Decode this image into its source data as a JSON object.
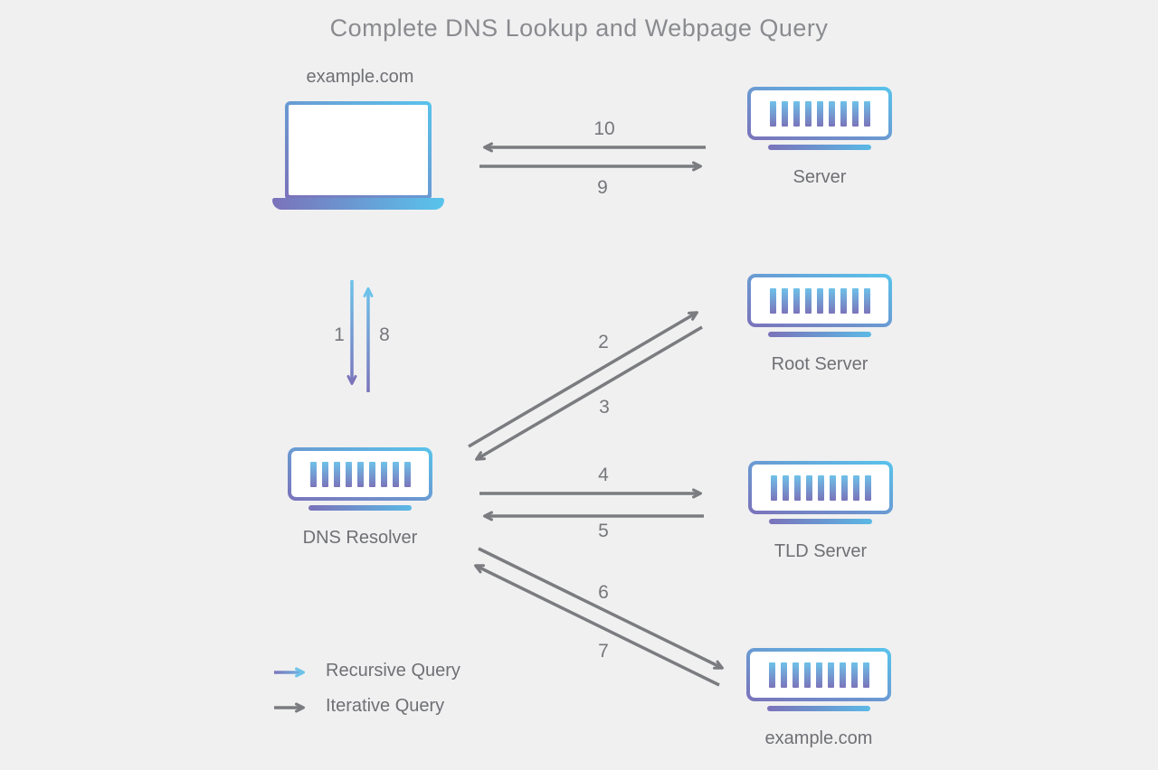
{
  "title": "Complete DNS Lookup and Webpage Query",
  "nodes": {
    "client": {
      "label": "example.com",
      "type": "laptop"
    },
    "server": {
      "label": "Server",
      "type": "server"
    },
    "root": {
      "label": "Root Server",
      "type": "server"
    },
    "tld": {
      "label": "TLD Server",
      "type": "server"
    },
    "auth": {
      "label": "example.com",
      "type": "server"
    },
    "resolver": {
      "label": "DNS Resolver",
      "type": "server"
    }
  },
  "arrows": [
    {
      "num": "1",
      "type": "recursive",
      "from": "client",
      "to": "resolver"
    },
    {
      "num": "2",
      "type": "iterative",
      "from": "resolver",
      "to": "root"
    },
    {
      "num": "3",
      "type": "iterative",
      "from": "root",
      "to": "resolver"
    },
    {
      "num": "4",
      "type": "iterative",
      "from": "resolver",
      "to": "tld"
    },
    {
      "num": "5",
      "type": "iterative",
      "from": "tld",
      "to": "resolver"
    },
    {
      "num": "6",
      "type": "iterative",
      "from": "resolver",
      "to": "auth"
    },
    {
      "num": "7",
      "type": "iterative",
      "from": "auth",
      "to": "resolver"
    },
    {
      "num": "8",
      "type": "recursive",
      "from": "resolver",
      "to": "client"
    },
    {
      "num": "9",
      "type": "iterative",
      "from": "client",
      "to": "server"
    },
    {
      "num": "10",
      "type": "iterative",
      "from": "server",
      "to": "client"
    }
  ],
  "legend": [
    {
      "label": "Recursive Query",
      "type": "recursive"
    },
    {
      "label": "Iterative Query",
      "type": "iterative"
    }
  ],
  "icon": {
    "bar_count": 9
  },
  "colors": {
    "background": "#f0f0f1",
    "iterative": "#7b7c80",
    "recursive_start": "#6cc3ea",
    "recursive_end": "#7b74bb",
    "icon_blue": "#58c4ec",
    "icon_purple": "#7b72ba",
    "bar_top": "#6ec1e9",
    "bar_bottom": "#7a74ba",
    "underline_blue": "#5ab9e5",
    "text": "#6f7074",
    "title_color": "#8a8b8f",
    "step_color": "#76777b"
  }
}
